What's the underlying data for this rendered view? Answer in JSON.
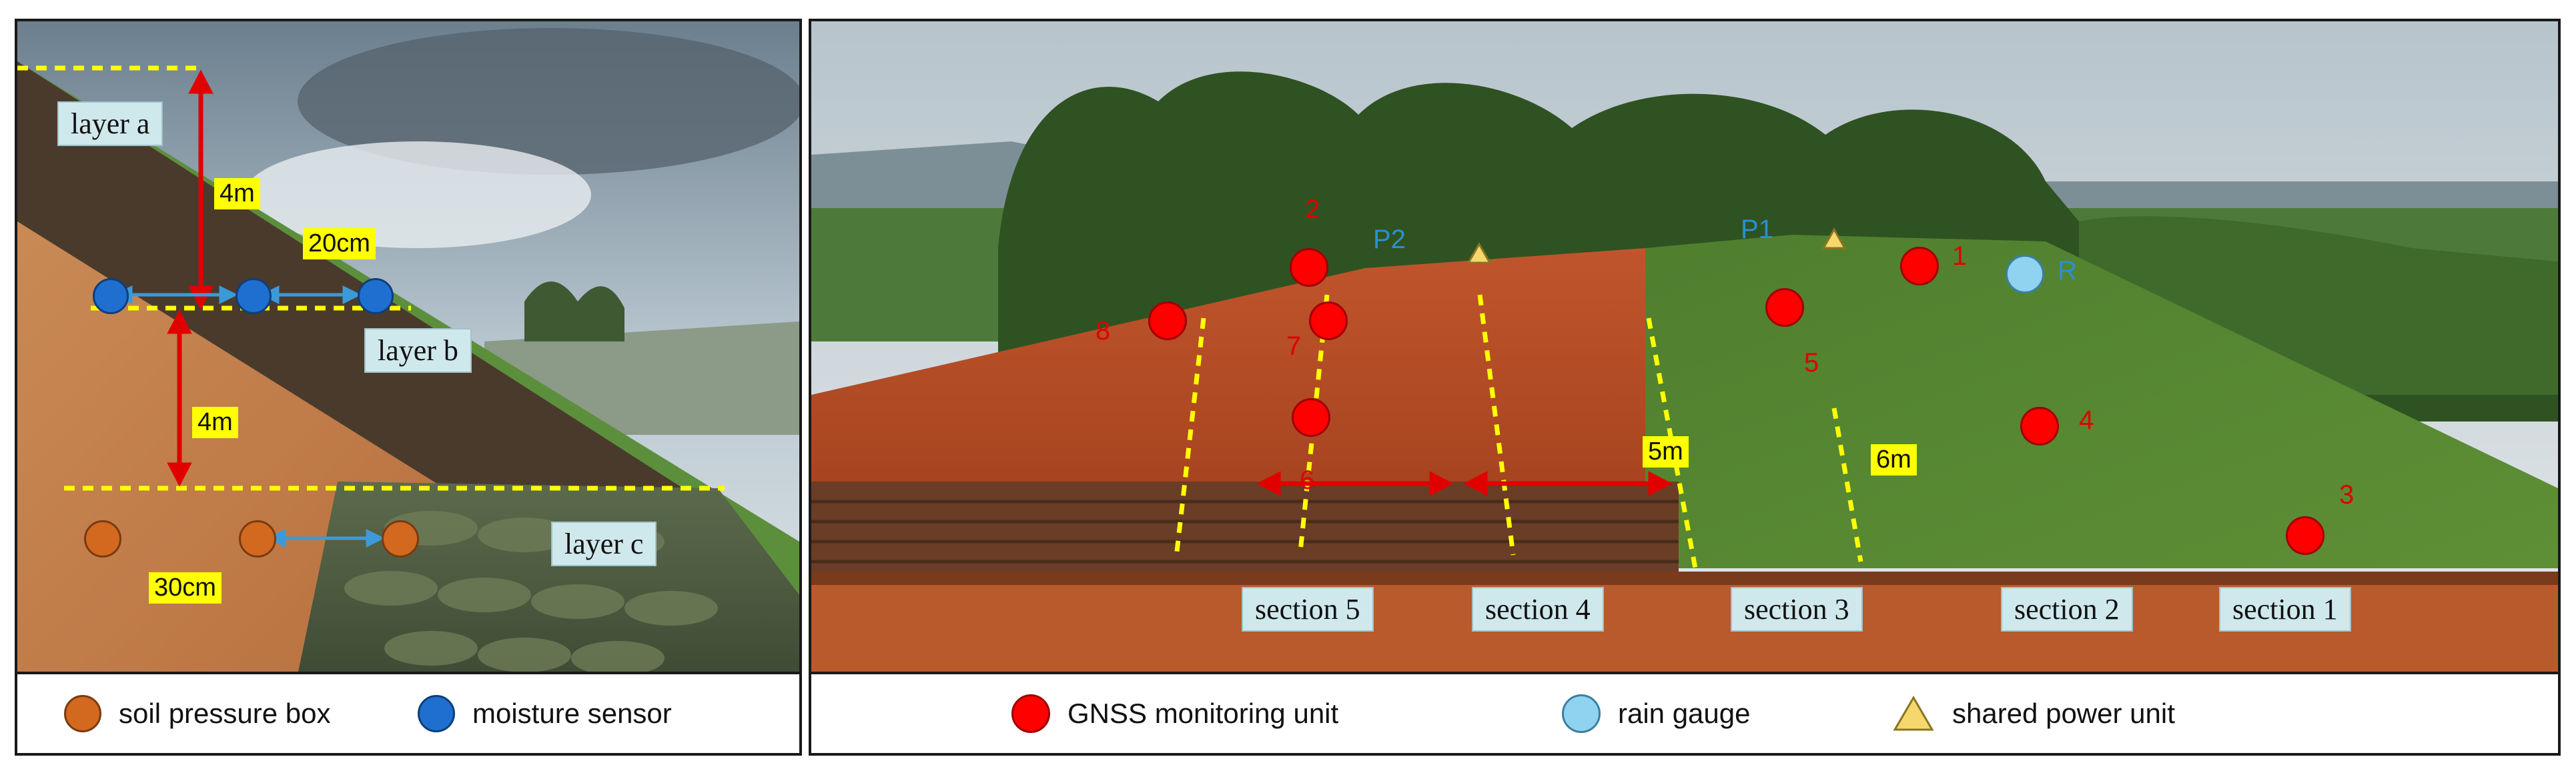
{
  "left": {
    "layers": [
      "layer a",
      "layer b",
      "layer c"
    ],
    "dims": [
      "4m",
      "20cm",
      "4m",
      "30cm"
    ],
    "legend": [
      "soil pressure box",
      "moisture sensor"
    ]
  },
  "right": {
    "power_units": [
      "P2",
      "P1"
    ],
    "rain_gauge": "R",
    "gnss_numbers": [
      "1",
      "2",
      "3",
      "4",
      "5",
      "6",
      "7",
      "8"
    ],
    "spacings": [
      "5m",
      "6m"
    ],
    "sections": [
      "section 5",
      "section 4",
      "section 3",
      "section 2",
      "section 1"
    ],
    "legend": [
      "GNSS monitoring unit",
      "rain gauge",
      "shared power unit"
    ]
  },
  "colors": {
    "gnss": "#ff0000",
    "rain_gauge": "#8fd3f0",
    "power": "#f5d76e",
    "soil_pressure": "#d2691e",
    "moisture": "#1f6fd1",
    "highlight": "#ffff00",
    "section_box": "#cfe8ec",
    "cyan_text": "#2a8fd0"
  }
}
